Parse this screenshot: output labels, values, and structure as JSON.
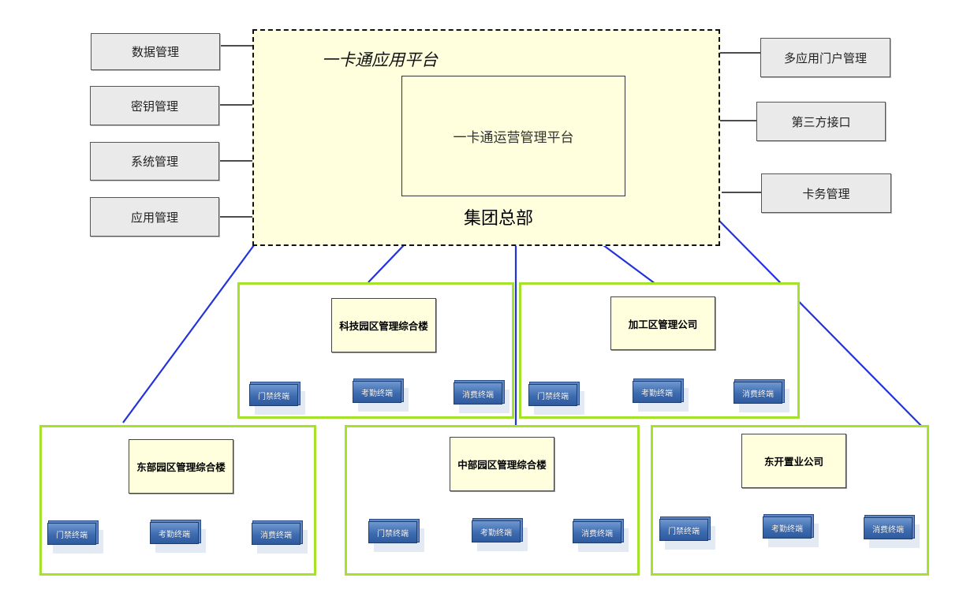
{
  "diagram": {
    "platform": {
      "title": "一卡通应用平台",
      "inner_box_label": "一卡通运营管理平台",
      "hq_label": "集团总部",
      "fill_color": "#FFFFDD"
    },
    "left_modules": [
      {
        "label": "数据管理"
      },
      {
        "label": "密钥管理"
      },
      {
        "label": "系统管理"
      },
      {
        "label": "应用管理"
      }
    ],
    "right_modules": [
      {
        "label": "多应用门户管理"
      },
      {
        "label": "第三方接口"
      },
      {
        "label": "卡务管理"
      }
    ],
    "sites": [
      {
        "name": "科技园区管理综合楼",
        "terminals": [
          "门禁终端",
          "考勤终端",
          "消费终端"
        ]
      },
      {
        "name": "加工区管理公司",
        "terminals": [
          "门禁终端",
          "考勤终端",
          "消费终端"
        ]
      },
      {
        "name": "东部园区管理综合楼",
        "terminals": [
          "门禁终端",
          "考勤终端",
          "消费终端"
        ]
      },
      {
        "name": "中部园区管理综合楼",
        "terminals": [
          "门禁终端",
          "考勤终端",
          "消费终端"
        ]
      },
      {
        "name": "东开置业公司",
        "terminals": [
          "门禁终端",
          "考勤终端",
          "消费终端"
        ]
      }
    ],
    "colors": {
      "connector": "#2233DD",
      "section_border": "#A5E22A",
      "module_fill": "#EAEAEA",
      "terminal_fill": "#3E6CB1"
    }
  }
}
